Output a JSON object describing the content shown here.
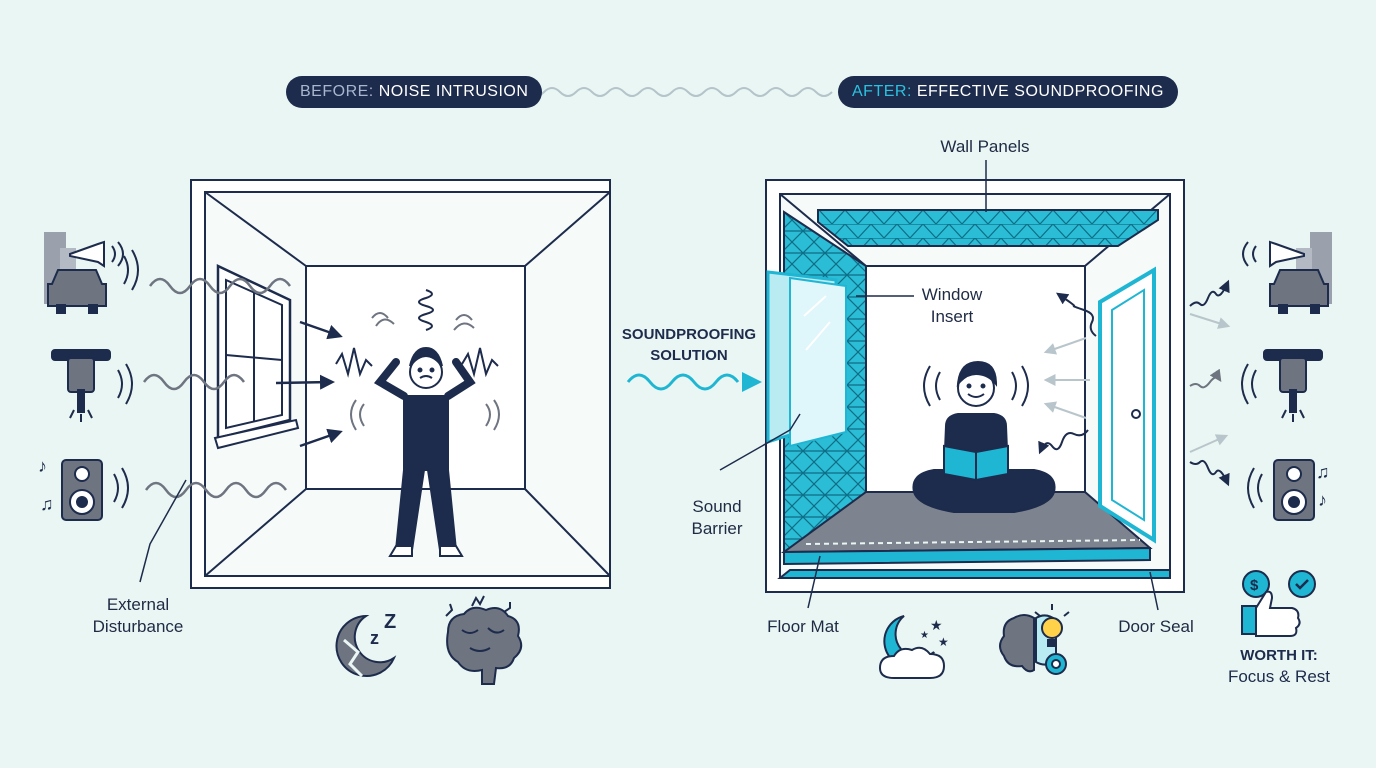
{
  "header": {
    "before": {
      "prefix": "BEFORE:",
      "text": "NOISE INTRUSION"
    },
    "after": {
      "prefix": "AFTER:",
      "text": "EFFECTIVE SOUNDPROOFING"
    }
  },
  "left_room": {
    "label_disturbance": [
      "External",
      "Disturbance"
    ]
  },
  "middle": {
    "solution": [
      "SOUNDPROOFING",
      "SOLUTION"
    ]
  },
  "right_room": {
    "wall_panels": "Wall Panels",
    "window_insert": [
      "Window",
      "Insert"
    ],
    "sound_barrier": [
      "Sound",
      "Barrier"
    ],
    "floor_mat": "Floor Mat",
    "door_seal": "Door Seal"
  },
  "worth": {
    "title": "WORTH IT:",
    "subtitle": "Focus & Rest"
  },
  "colors": {
    "navy": "#1d2b4c",
    "teal": "#1fb6d3",
    "gray": "#6e7480",
    "background": "#eaf6f3"
  }
}
